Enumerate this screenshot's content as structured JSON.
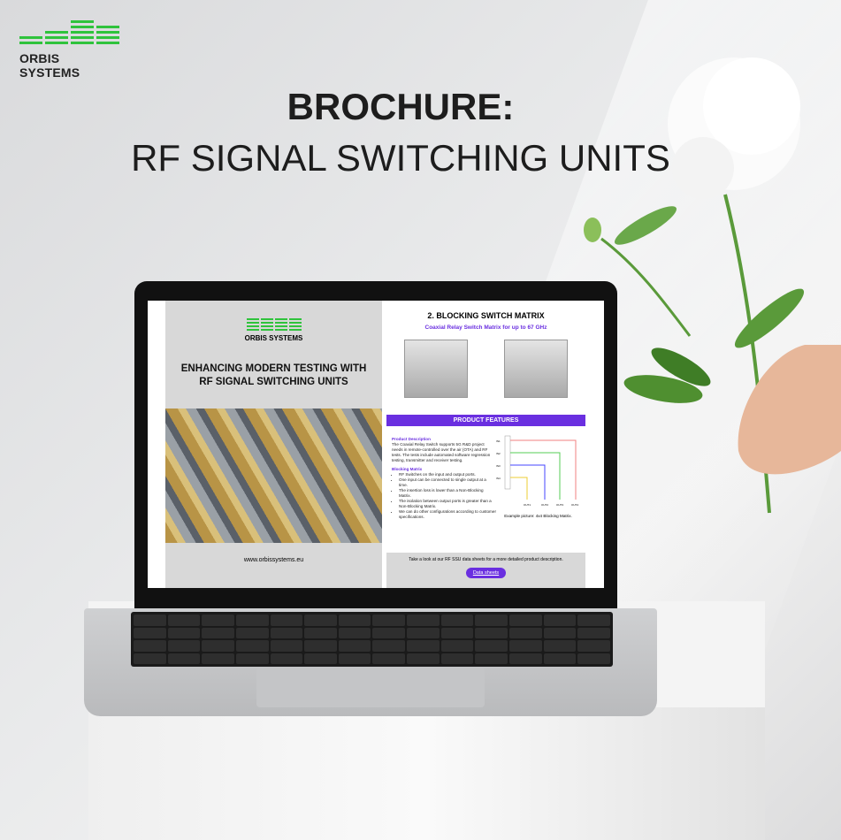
{
  "brand": {
    "name": "ORBIS SYSTEMS"
  },
  "headline": {
    "line1": "BROCHURE:",
    "line2": "RF SIGNAL SWITCHING UNITS"
  },
  "brochure": {
    "left": {
      "brand": "ORBIS SYSTEMS",
      "title": "ENHANCING MODERN TESTING WITH RF SIGNAL SWITCHING UNITS",
      "url": "www.orbissystems.eu"
    },
    "right": {
      "title": "2. BLOCKING SWITCH MATRIX",
      "subtitle": "Coaxial Relay Switch Matrix for up to 67 GHz",
      "features_bar": "PRODUCT FEATURES",
      "desc_heading": "Product Description",
      "desc": "The Coaxial Relay Switch supports 5G R&D project needs in remote-controlled over the air (OTA) and RF tests. The tests include automated software regression testing, transmitter and receiver testing.",
      "matrix_heading": "Blocking Matrix",
      "bullets": [
        "RF Switches on the input and output ports.",
        "One input can be connected to single output at a time.",
        "The insertion loss is lower than a Non-Blocking Matrix.",
        "The isolation between output ports is greater than a Non-Blocking Matrix.",
        "We can do other configurations according to customer specifications."
      ],
      "diagram": {
        "inputs": [
          "IN1",
          "IN2",
          "IN3",
          "IN4"
        ],
        "outputs": [
          "OUT1",
          "OUT2",
          "OUT3",
          "OUT4"
        ],
        "caption": "Example picture: 4x4 Blocking Matrix."
      },
      "footer_text": "Take a look at our RF SSU data sheets for a more detailed product description.",
      "button": "Data sheets"
    }
  },
  "colors": {
    "accent": "#6a2fe0",
    "brand_green": "#2fc33c"
  }
}
